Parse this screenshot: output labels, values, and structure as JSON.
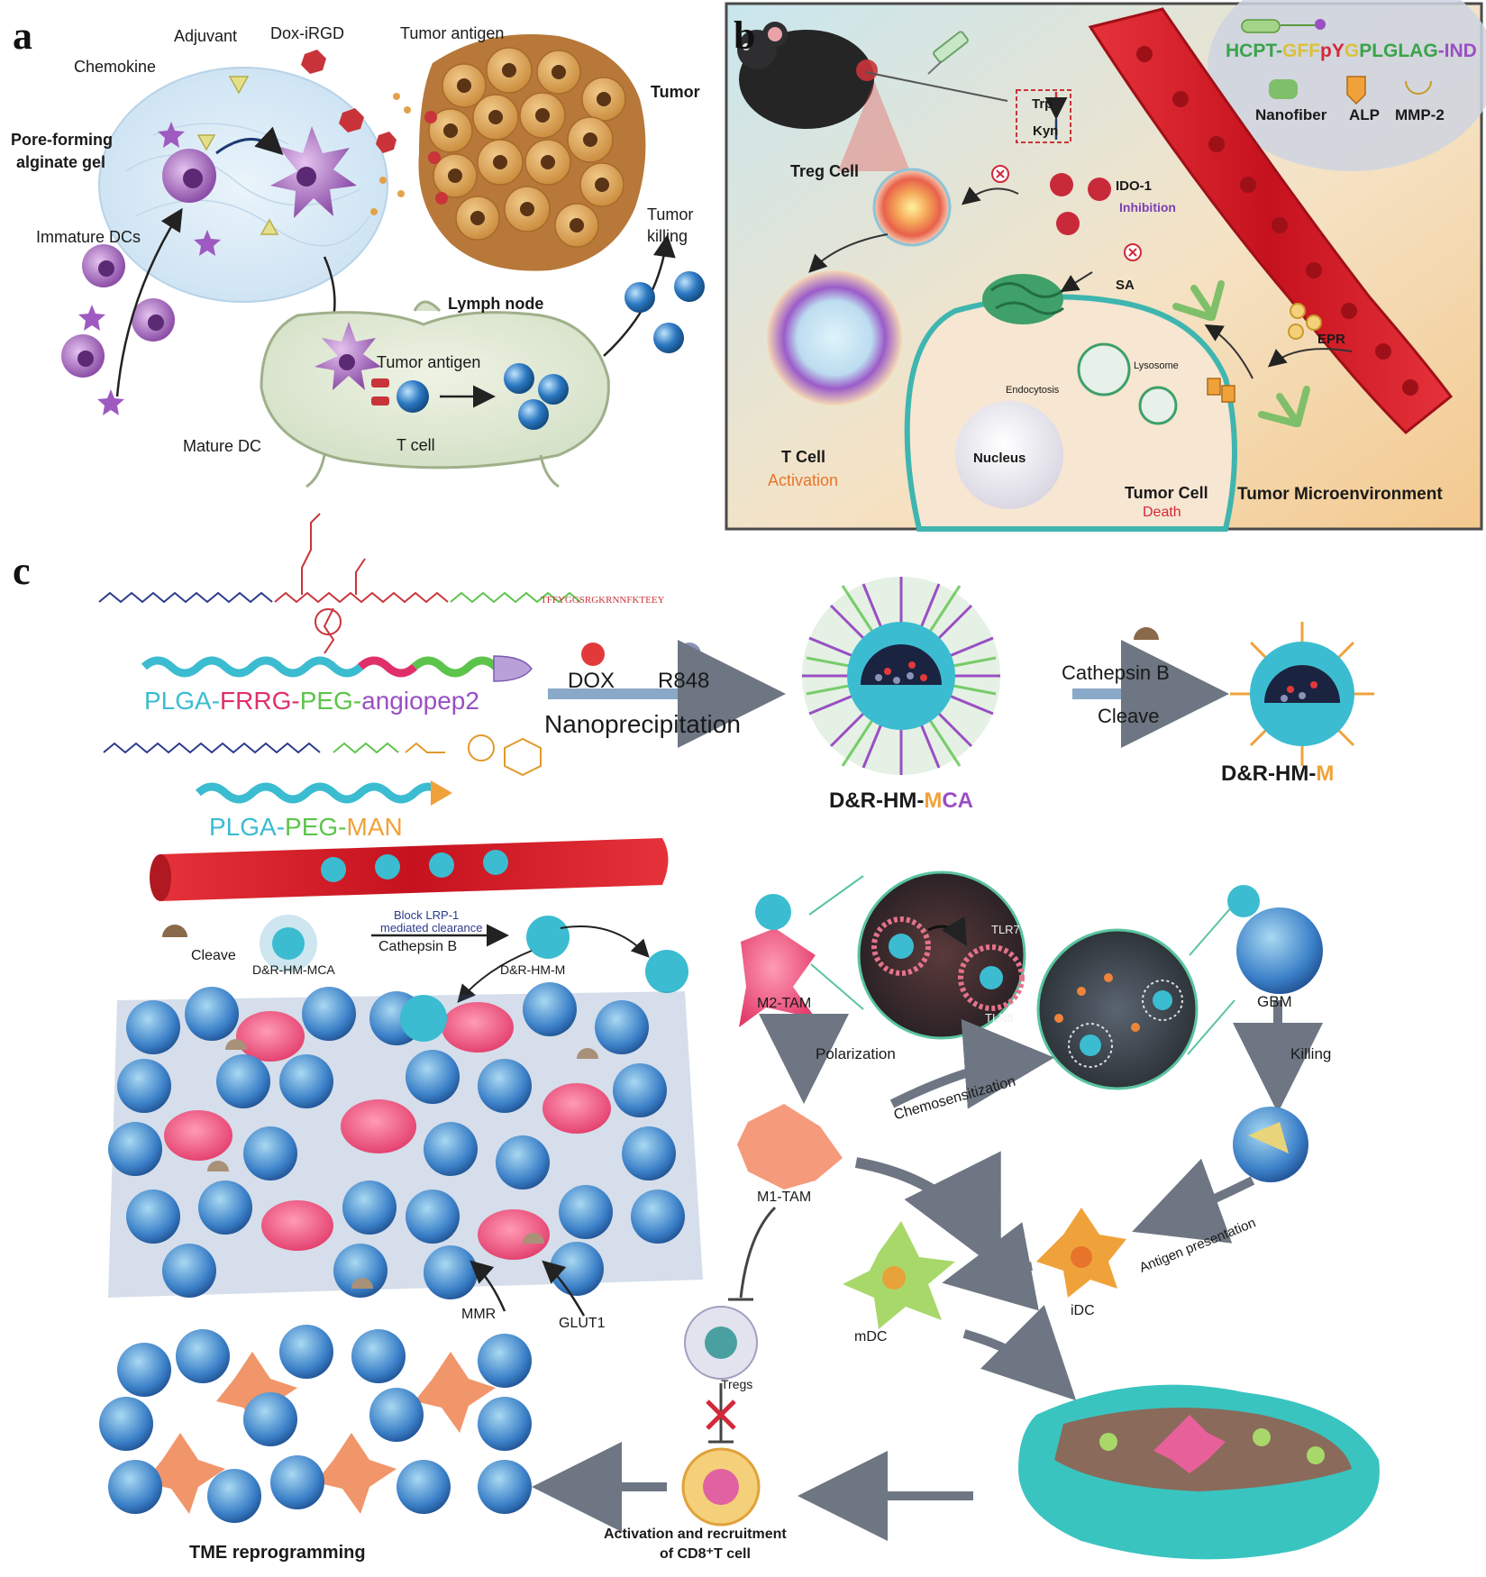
{
  "colors": {
    "dc_purple": "#9b5bb5",
    "tumor_orange": "#c98a3a",
    "tumor_nucleus": "#5a3414",
    "t_cell_blue": "#2b78c2",
    "vessel_red": "#d3202a",
    "panel_b_bg": "#f4dcb5",
    "panel_b_border": "#4a4a4a",
    "plga_cyan": "#3bbcd0",
    "frrg_red": "#e0306a",
    "peg_green": "#5cc44a",
    "angiopep_purple": "#9a4fc4",
    "man_orange": "#f0a23a",
    "gbm_blue": "#3b80c8",
    "tam_pink": "#f07aa0"
  },
  "panel_a": {
    "panel_label": "a",
    "labels": {
      "adjuvant": "Adjuvant",
      "dox_irgd": "Dox-iRGD",
      "tumor_antigen_top": "Tumor antigen",
      "chemokine": "Chemokine",
      "tumor": "Tumor",
      "gel_line1": "Pore-forming",
      "gel_line2": "alginate gel",
      "tumor_killing_line1": "Tumor",
      "tumor_killing_line2": "killing",
      "immature_dcs": "Immature DCs",
      "lymph_node": "Lymph node",
      "tumor_antigen_ln": "Tumor antigen",
      "mature_dc": "Mature DC",
      "t_cell": "T cell"
    }
  },
  "panel_b": {
    "panel_label": "b",
    "labels": {
      "trp": "Trp",
      "kyn": "Kyn",
      "treg_cell": "Treg Cell",
      "ido1": "IDO-1",
      "inhibition": "Inhibition",
      "sa": "SA",
      "t_cell": "T Cell",
      "activation": "Activation",
      "endocytosis": "Endocytosis",
      "lysosome": "Lysosome",
      "nucleus": "Nucleus",
      "tumor_cell": "Tumor Cell",
      "death": "Death",
      "epr": "EPR",
      "tumor_microenvironment": "Tumor Microenvironment"
    },
    "legend": {
      "peptide_parts": [
        "HCPT-",
        "GFF",
        "pY",
        "G",
        "PLGLAG",
        "-IND"
      ],
      "peptide_colors": [
        "#3aa34a",
        "#d9c23a",
        "#d3283a",
        "#d9c23a",
        "#3aa34a",
        "#9a4fc4"
      ],
      "nanofiber": "Nanofiber",
      "alp": "ALP",
      "mmp2": "MMP-2"
    }
  },
  "panel_c": {
    "panel_label": "c",
    "polymer1_parts": [
      "PLGA",
      "-",
      "FRRG",
      "-",
      "PEG",
      "-",
      "angiopep2"
    ],
    "polymer1_colors": [
      "#3bbcd0",
      "#3bbcd0",
      "#e0306a",
      "#e0306a",
      "#5cc44a",
      "#5cc44a",
      "#9a4fc4"
    ],
    "polymer2_parts": [
      "PLGA",
      "-",
      "PEG",
      "-",
      "MAN"
    ],
    "polymer2_colors": [
      "#3bbcd0",
      "#3bbcd0",
      "#5cc44a",
      "#5cc44a",
      "#f0a23a"
    ],
    "peptide_sequence": "TFFYGGSRGKRNNFKTEEY",
    "dox": "DOX",
    "r848": "R848",
    "nanoprecipitation": "Nanoprecipitation",
    "cathepsin_b_top": "Cathepsin B",
    "cleave_top": "Cleave",
    "d_r_hm_mca_parts": [
      "D&R-HM-",
      "M",
      "CA"
    ],
    "d_r_hm_mca_colors": [
      "#1a1a1a",
      "#f0a23a",
      "#9a4fc4"
    ],
    "d_r_hm_m_parts": [
      "D&R-HM-",
      "M"
    ],
    "d_r_hm_m_colors": [
      "#1a1a1a",
      "#f0a23a"
    ],
    "labels": {
      "cleave": "Cleave",
      "block_line1": "Block LRP-1",
      "block_line2": "mediated clearance",
      "cathepsin_b": "Cathepsin B",
      "d_r_hm_mca_small": "D&R-HM-MCA",
      "d_r_hm_m_small": "D&R-HM-M",
      "m2_tam": "M2-TAM",
      "tlr7": "TLR7",
      "tlr8": "TLR8",
      "gbm": "GBM",
      "polarization": "Polarization",
      "killing": "Killing",
      "chemosensitization": "Chemosensitization",
      "m1_tam": "M1-TAM",
      "antigen_presentation": "Antigen presentation",
      "mmr": "MMR",
      "glut1": "GLUT1",
      "idc": "iDC",
      "mdc": "mDC",
      "tregs": "Tregs",
      "tme_reprogramming": "TME reprogramming",
      "activation_line1": "Activation and recruitment",
      "activation_line2": "of CD8⁺T cell"
    }
  }
}
